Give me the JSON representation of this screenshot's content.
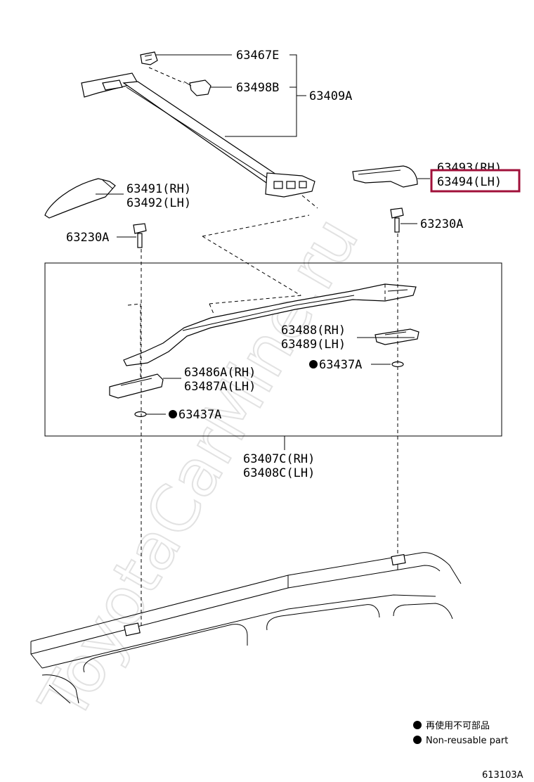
{
  "watermark": "ToyotaCarMine.ru",
  "labels": {
    "p63467E": "63467E",
    "p63498B": "63498B",
    "p63409A": "63409A",
    "p63493": "63493(RH)",
    "p63494": "63494(LH)",
    "p63491": "63491(RH)",
    "p63492": "63492(LH)",
    "p63230A_left": "63230A",
    "p63230A_right": "63230A",
    "p63488": "63488(RH)",
    "p63489": "63489(LH)",
    "p63437A_upper": "63437A",
    "p63486A": "63486A(RH)",
    "p63487A": "63487A(LH)",
    "p63437A_lower": "63437A",
    "p63407C": "63407C(RH)",
    "p63408C": "63408C(LH)"
  },
  "legend": {
    "line1": "再使用不可部品",
    "line2": "Non-reusable part"
  },
  "figure_code": "613103A",
  "highlight_color": "#a0103a"
}
